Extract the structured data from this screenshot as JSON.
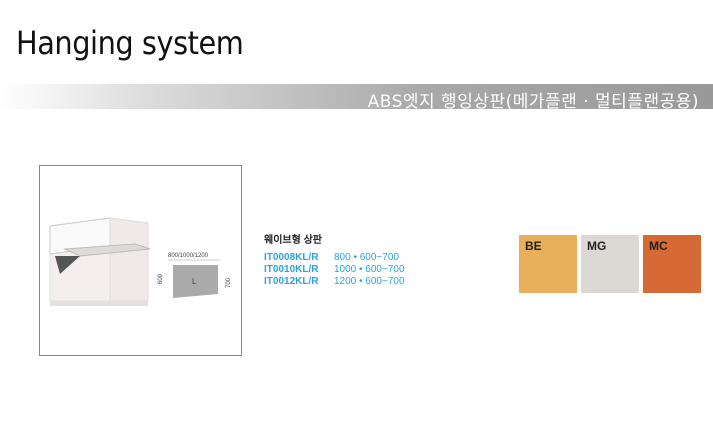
{
  "title": "Hanging system",
  "banner": "ABS엣지 행잉상판(메가플랜 · 멀티플랜공용)",
  "product": {
    "diagram": {
      "width_label": "800/1000/1200",
      "depth_left": "600",
      "depth_right": "700",
      "mark": "L"
    },
    "name": "웨이브형 상판",
    "items": [
      {
        "code": "IT0008KL/R",
        "size": "800 • 600~700"
      },
      {
        "code": "IT0010KL/R",
        "size": "1000 • 600~700"
      },
      {
        "code": "IT0012KL/R",
        "size": "1200 • 600~700"
      }
    ]
  },
  "swatches": [
    {
      "label": "BE",
      "color": "#e8b05a"
    },
    {
      "label": "MG",
      "color": "#dcd8d3"
    },
    {
      "label": "MC",
      "color": "#d56a35"
    }
  ]
}
